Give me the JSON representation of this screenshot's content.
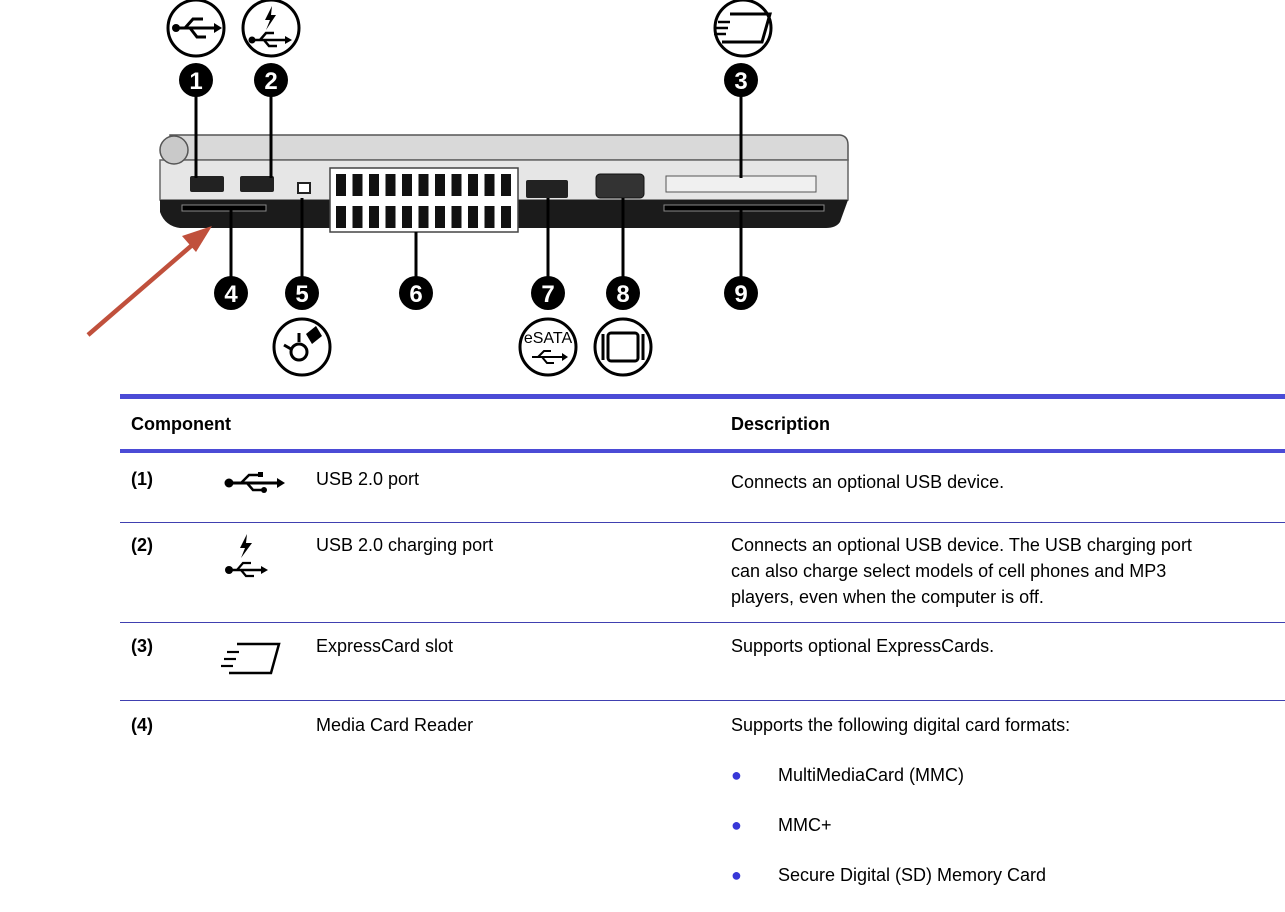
{
  "figure": {
    "callouts": [
      "1",
      "2",
      "3",
      "4",
      "5",
      "6",
      "7",
      "8",
      "9"
    ],
    "esata_label": "eSATA"
  },
  "table": {
    "headers": {
      "component": "Component",
      "description": "Description"
    },
    "rows": [
      {
        "num": "(1)",
        "icon": "usb-icon",
        "name": "USB 2.0 port",
        "desc": "Connects an optional USB device."
      },
      {
        "num": "(2)",
        "icon": "usb-charging-icon",
        "name": "USB 2.0 charging port",
        "desc_lines": [
          "Connects an optional USB device. The USB charging port",
          "can also charge select models of cell phones and MP3",
          "players, even when the computer is off."
        ]
      },
      {
        "num": "(3)",
        "icon": "expresscard-icon",
        "name": "ExpressCard slot",
        "desc": "Supports optional ExpressCards."
      },
      {
        "num": "(4)",
        "icon": "",
        "name": "Media Card Reader",
        "desc": "Supports the following digital card formats:",
        "bullets": [
          "MultiMediaCard (MMC)",
          "MMC+",
          "Secure Digital (SD) Memory Card"
        ]
      }
    ]
  },
  "colors": {
    "rule": "#4b4bd6",
    "bullet": "#3838d8",
    "arrow": "#c0503c"
  }
}
